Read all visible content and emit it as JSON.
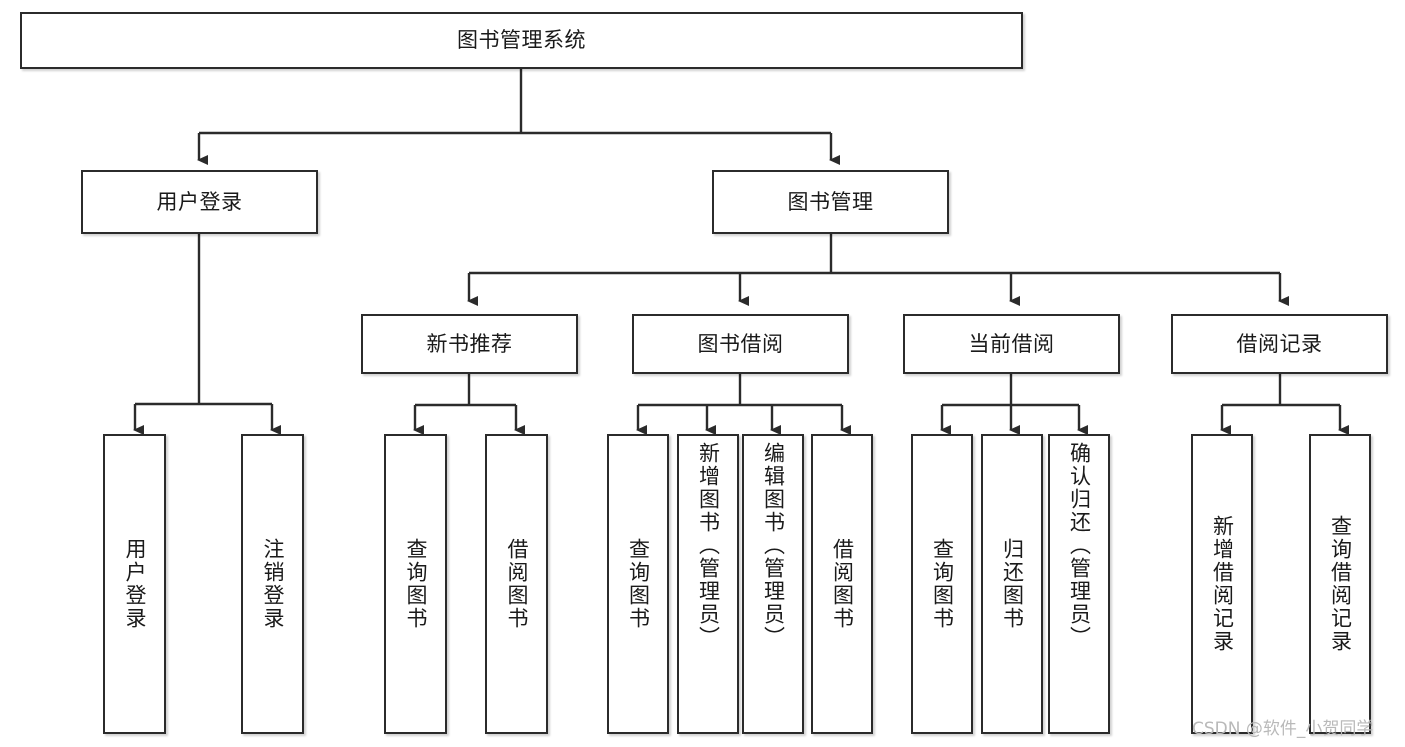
{
  "diagram": {
    "type": "tree-hierarchy",
    "title": "图书管理系统",
    "watermark": "CSDN @软件_小贺同学",
    "colors": {
      "box_border": "#2b2b2b",
      "box_fill": "#ffffff",
      "connector": "#2b2b2b",
      "text": "#1a1a1a",
      "watermark": "#b9b9b9",
      "background": "#ffffff"
    },
    "levels": [
      {
        "level": 1,
        "nodes": [
          {
            "id": "root",
            "label": "图书管理系统"
          }
        ]
      },
      {
        "level": 2,
        "nodes": [
          {
            "id": "login",
            "label": "用户登录",
            "parent": "root"
          },
          {
            "id": "bookmgmt",
            "label": "图书管理",
            "parent": "root"
          }
        ]
      },
      {
        "level": 3,
        "nodes": [
          {
            "id": "newbook",
            "label": "新书推荐",
            "parent": "bookmgmt"
          },
          {
            "id": "borrow",
            "label": "图书借阅",
            "parent": "bookmgmt"
          },
          {
            "id": "current",
            "label": "当前借阅",
            "parent": "bookmgmt"
          },
          {
            "id": "records",
            "label": "借阅记录",
            "parent": "bookmgmt"
          }
        ]
      },
      {
        "level": 4,
        "nodes": [
          {
            "id": "leaf1",
            "label": "用户登录",
            "parent": "login"
          },
          {
            "id": "leaf2",
            "label": "注销登录",
            "parent": "login"
          },
          {
            "id": "leaf3",
            "label": "查询图书",
            "parent": "newbook"
          },
          {
            "id": "leaf4",
            "label": "借阅图书",
            "parent": "newbook"
          },
          {
            "id": "leaf5",
            "label": "查询图书",
            "parent": "borrow"
          },
          {
            "id": "leaf6",
            "label": "新增图书（管理员）",
            "parent": "borrow"
          },
          {
            "id": "leaf7",
            "label": "编辑图书（管理员）",
            "parent": "borrow"
          },
          {
            "id": "leaf8",
            "label": "借阅图书",
            "parent": "borrow"
          },
          {
            "id": "leaf9",
            "label": "查询图书",
            "parent": "current"
          },
          {
            "id": "leaf10",
            "label": "归还图书",
            "parent": "current"
          },
          {
            "id": "leaf11",
            "label": "确认归还（管理员）",
            "parent": "current"
          },
          {
            "id": "leaf12",
            "label": "新增借阅记录",
            "parent": "records"
          },
          {
            "id": "leaf13",
            "label": "查询借阅记录",
            "parent": "records"
          }
        ]
      }
    ]
  }
}
